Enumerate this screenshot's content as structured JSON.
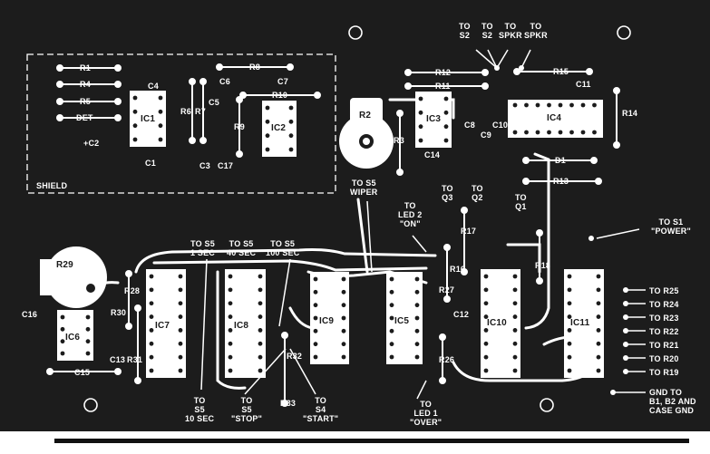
{
  "colors": {
    "board": "#1c1c1c",
    "copper": "#ffffff",
    "outline": "#ffffff"
  },
  "shield_label": "SHIELD",
  "chips": {
    "ic1": "IC1",
    "ic2": "IC2",
    "ic3": "IC3",
    "ic4": "IC4",
    "ic5": "IC5",
    "ic6": "IC6",
    "ic7": "IC7",
    "ic8": "IC8",
    "ic9": "IC9",
    "ic10": "IC10",
    "ic11": "IC11"
  },
  "pots": {
    "r2": "R2",
    "r29": "R29"
  },
  "parts": {
    "r1": "R1",
    "r4": "R4",
    "r5": "R5",
    "det": "DET",
    "c2": "+C2",
    "c4": "C4",
    "c1": "C1",
    "r6": "R6",
    "r7": "R7",
    "c5": "C5",
    "c3": "C3",
    "c17": "C17",
    "r8": "R8",
    "c6": "C6",
    "c7": "C7",
    "r10": "R10",
    "r9": "R9",
    "r3": "R3",
    "r12": "R12",
    "r11": "R11",
    "c8": "C8",
    "c9": "C9",
    "c10": "C10",
    "c14": "C14",
    "r15": "R15",
    "c11": "C11",
    "r14": "R14",
    "d1": "D1",
    "r13": "R13",
    "r16": "R16",
    "r17": "R17",
    "r18": "R18",
    "r27": "R27",
    "c12": "C12",
    "r26": "R26",
    "r28": "R28",
    "r30": "R30",
    "r31": "R31",
    "c13": "C13",
    "c15": "C15",
    "c16": "C16",
    "r32": "R32",
    "r33": "R33"
  },
  "connections": {
    "top_s2a": "TO\nS2",
    "top_s2b": "TO\nS2",
    "top_spkr1": "TO\nSPKR",
    "top_spkr2": "TO\nSPKR",
    "s5_wiper": "TO S5\nWIPER",
    "led2_on": "TO\nLED 2\n\"ON\"",
    "q3": "TO\nQ3",
    "q2": "TO\nQ2",
    "q1": "TO\nQ1",
    "s1_power": "TO S1\n\"POWER\"",
    "s5_1sec": "TO S5\n1 SEC",
    "s5_40sec": "TO S5\n40 SEC",
    "s5_100sec": "TO S5\n100 SEC",
    "s5_10sec": "TO\nS5\n10 SEC",
    "s5_stop": "TO\nS5\n\"STOP\"",
    "s4_start": "TO\nS4\n\"START\"",
    "led1_over": "TO\nLED 1\n\"OVER\"",
    "r25": "TO R25",
    "r24": "TO R24",
    "r23": "TO R23",
    "r22": "TO R22",
    "r21": "TO R21",
    "r20": "TO R20",
    "r19": "TO R19",
    "gnd": "GND TO\nB1, B2 AND\nCASE GND"
  }
}
